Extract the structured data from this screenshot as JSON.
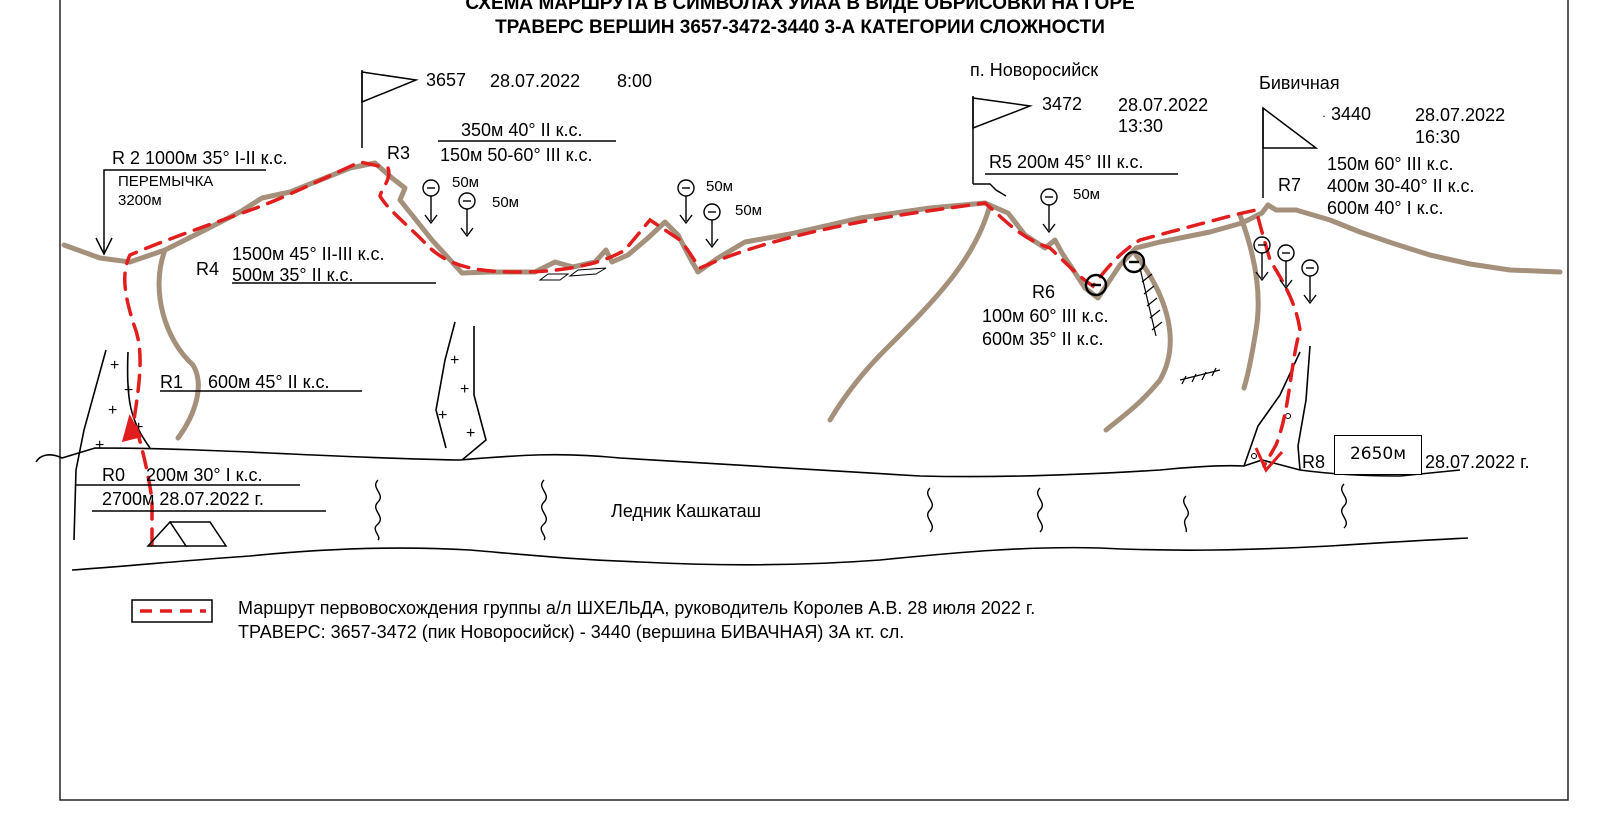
{
  "title": {
    "line1": "СХЕМА МАРШРУТА В СИМВОЛАХ УИАА В ВИДЕ ОБРИСОВКИ НА ГОРЕ",
    "line2": "ТРАВЕРС ВЕРШИН 3657-3472-3440  3-А КАТЕГОРИИ СЛОЖНОСТИ"
  },
  "peaks": {
    "p3657": {
      "alt": "3657",
      "date": "28.07.2022",
      "time": "8:00"
    },
    "p3472": {
      "name": "п. Новоросийск",
      "alt": "3472",
      "date": "28.07.2022",
      "time": "13:30"
    },
    "p3440": {
      "name": "Бивичная",
      "alt": "3440",
      "date": "28.07.2022",
      "time": "16:30"
    }
  },
  "sections": {
    "r2": {
      "text": "R 2 1000м 35° I-II к.с."
    },
    "saddle": {
      "name": "ПЕРЕМЫЧКА",
      "alt": "3200м"
    },
    "r3": {
      "label": "R3",
      "line1": "350м 40° II к.с.",
      "line2": "150м 50-60° III к.с."
    },
    "r4": {
      "label": "R4",
      "line1": "1500м 45° II-III к.с.",
      "line2": "500м 35° II к.с."
    },
    "r1": {
      "label": "R1",
      "line1": "600м 45° II к.с."
    },
    "r0": {
      "label": "R0",
      "line1": "200м 30° I к.с.",
      "line2": "2700м 28.07.2022 г."
    },
    "r5": {
      "line1": "R5 200м 45° III к.с."
    },
    "r6": {
      "label": "R6",
      "line1": "100м 60° III к.с.",
      "line2": "600м 35° II к.с."
    },
    "r7": {
      "label": "R7",
      "line1": "150м 60° III к.с.",
      "line2": "400м 30-40° II к.с.",
      "line3": "600м 40° I к.с."
    },
    "r8": {
      "label": "R8",
      "alt": "2650м",
      "date": "28.07.2022 г."
    }
  },
  "rappels": [
    "50м",
    "50м",
    "50м",
    "50м",
    "50м"
  ],
  "glacier": {
    "name": "Ледник Кашкаташ"
  },
  "legend": {
    "line1": "Маршрут первовосхождения группы а/л ШХЕЛЬДА, руководитель Королев А.В. 28 июля 2022 г.",
    "line2": "ТРАВЕРС: 3657-3472 (пик Новоросийск) - 3440 (вершина БИВАЧНАЯ) 3А кт. сл."
  },
  "colors": {
    "ridge": "#a4907b",
    "route": "#e11d1d",
    "ink": "#000000"
  }
}
